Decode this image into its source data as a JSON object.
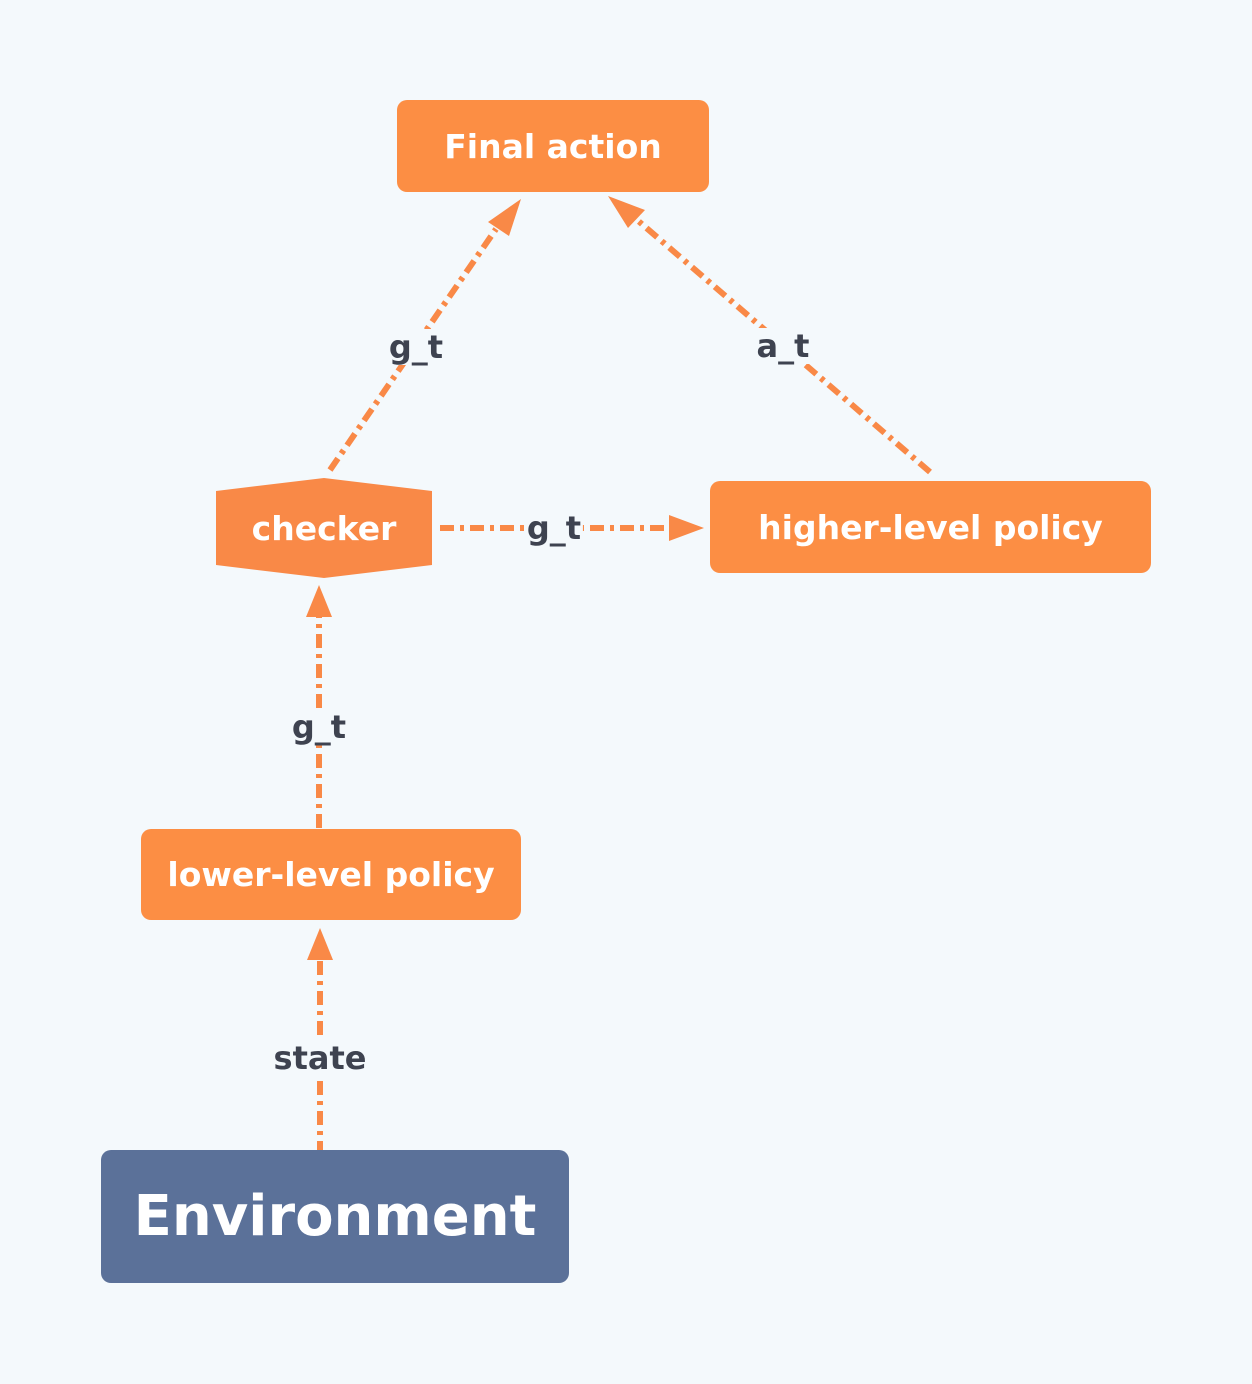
{
  "colors": {
    "background": "#f4f9fc",
    "node_orange": "#fc8e44",
    "node_blue": "#5b7199",
    "edge": "#f98947",
    "edge_label": "#3e4350"
  },
  "nodes": {
    "final_action": "Final action",
    "checker": "checker",
    "higher_level_policy": "higher-level policy",
    "lower_level_policy": "lower-level policy",
    "environment": "Environment"
  },
  "edges": {
    "checker_to_final": "g_t",
    "higher_to_final": "a_t",
    "checker_to_higher": "g_t",
    "lower_to_checker": "g_t",
    "environment_to_lower": "state"
  }
}
